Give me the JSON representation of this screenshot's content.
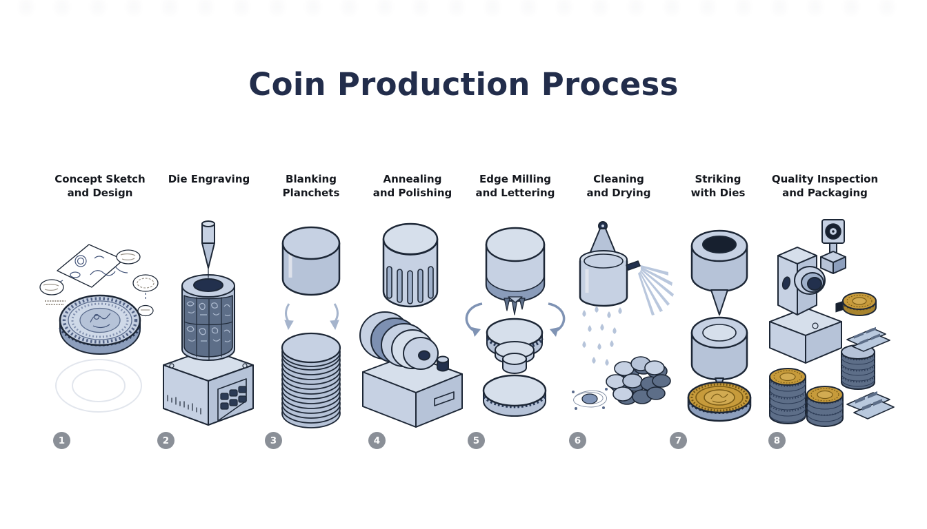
{
  "title": "Coin Production Process",
  "background": "#ffffff",
  "title_color": "#222d4b",
  "badge_color": "#8a8f97",
  "palette": {
    "outline": "#1d2736",
    "fill_light": "#d6dfeb",
    "fill_base": "#c6d1e3",
    "fill_mid": "#b6c3d8",
    "fill_shade": "#9fb0ca",
    "fill_deep": "#8d9fbd",
    "fill_dark": "#5d6e88",
    "fill_navy": "#22304d",
    "gold": "#c79b3b",
    "gold_dark": "#7a5c17"
  },
  "steps": [
    {
      "number": "1",
      "line1": "Concept Sketch",
      "line2": "and Design",
      "illustration": "concept-sketch-and-coin-design"
    },
    {
      "number": "2",
      "line1": "Die Engraving",
      "line2": "",
      "illustration": "engraving-machine-with-die-cylinder"
    },
    {
      "number": "3",
      "line1": "Blanking",
      "line2": "Planchets",
      "illustration": "metal-cylinder-and-planchet-stack"
    },
    {
      "number": "4",
      "line1": "Annealing",
      "line2": "and Polishing",
      "illustration": "annealing-drum-and-polishing-machine"
    },
    {
      "number": "5",
      "line1": "Edge Milling",
      "line2": "and Lettering",
      "illustration": "edge-milling-press-and-reeded-coins"
    },
    {
      "number": "6",
      "line1": "Cleaning",
      "line2": "and Drying",
      "illustration": "spray-washer-droplets-and-coin-pile"
    },
    {
      "number": "7",
      "line1": "Striking",
      "line2": "with Dies",
      "illustration": "striking-dies-and-struck-gold-coin"
    },
    {
      "number": "8",
      "line1": "Quality Inspection",
      "line2": "and Packaging",
      "illustration": "inspection-camera-coin-stacks-and-wrappers"
    }
  ]
}
